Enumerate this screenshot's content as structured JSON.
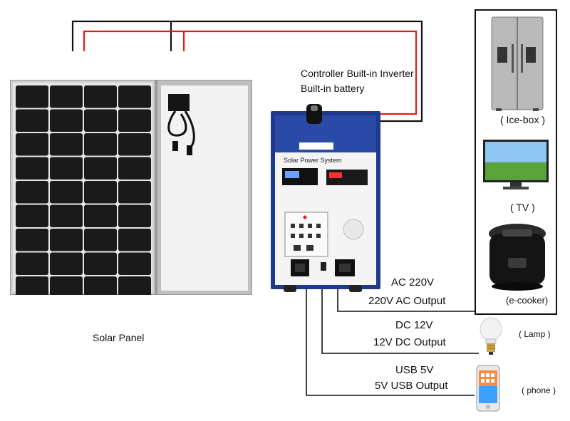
{
  "labels": {
    "controller_line1": "Controller Built-in Inverter",
    "controller_line2": "Built-in battery",
    "solar_panel": "Solar Panel",
    "device_name": "Solar Power System",
    "ac_title": "AC 220V",
    "ac_output": "220V AC Output",
    "dc_title": "DC 12V",
    "dc_output": "12V DC Output",
    "usb_title": "USB 5V",
    "usb_output": "5V USB Output"
  },
  "appliances": {
    "icebox": "( Ice-box )",
    "tv": "( TV )",
    "ecooker": "(e-cooker)",
    "lamp": "( Lamp )",
    "phone": "( phone )"
  },
  "colors": {
    "positive_wire": "#e01b1b",
    "negative_wire": "#111111",
    "device_blue": "#1f3a8c",
    "panel_cell": "#1a1a1a"
  }
}
